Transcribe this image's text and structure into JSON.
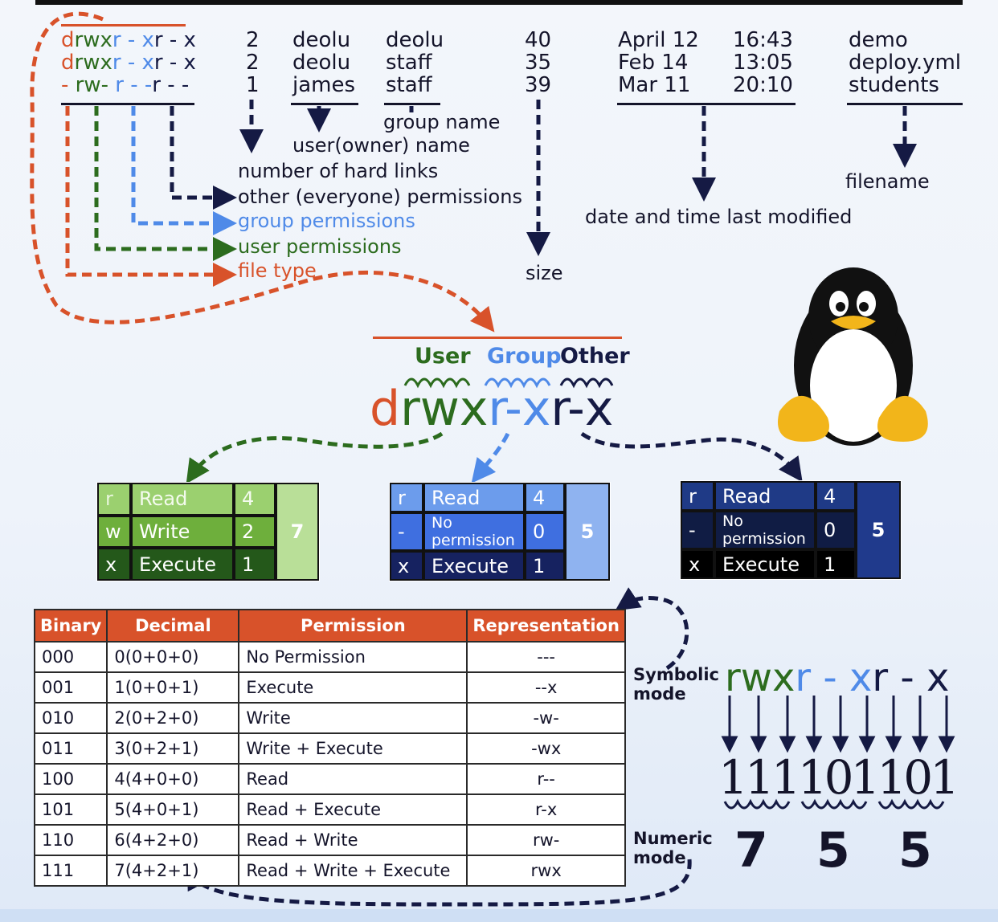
{
  "listing": {
    "rows": [
      {
        "perm": "drwxr - xr - x",
        "links": "2",
        "owner": "deolu",
        "group": "deolu",
        "size": "40",
        "date": "April 12",
        "time": "16:43",
        "name": "demo"
      },
      {
        "perm": "drwxr - xr - x",
        "links": "2",
        "owner": "deolu",
        "group": "staff",
        "size": "35",
        "date": "Feb 14",
        "time": "13:05",
        "name": "deploy.yml"
      },
      {
        "perm": "- rw- r - -r - -",
        "links": "1",
        "owner": "james",
        "group": "staff",
        "size": "39",
        "date": "Mar 11",
        "time": "20:10",
        "name": "students"
      }
    ],
    "labels": {
      "group_name": "group name",
      "owner_name": "user(owner) name",
      "hard_links": "number of hard links",
      "other_perm": "other (everyone) permissions",
      "group_perm": "group permissions",
      "user_perm": "user permissions",
      "file_type": "file type",
      "size": "size",
      "date_modified": "date and time last modified",
      "filename": "filename"
    }
  },
  "breakdown": {
    "string_parts": [
      "d",
      "rwx",
      "r-x",
      "r-x"
    ],
    "user": "User",
    "group": "Group",
    "other": "Other"
  },
  "perm_tables": {
    "user": {
      "total": "7",
      "rows": [
        [
          "r",
          "Read",
          "4"
        ],
        [
          "w",
          "Write",
          "2"
        ],
        [
          "x",
          "Execute",
          "1"
        ]
      ]
    },
    "group": {
      "total": "5",
      "rows": [
        [
          "r",
          "Read",
          "4"
        ],
        [
          "-",
          "No permission",
          "0"
        ],
        [
          "x",
          "Execute",
          "1"
        ]
      ]
    },
    "other": {
      "total": "5",
      "rows": [
        [
          "r",
          "Read",
          "4"
        ],
        [
          "-",
          "No permission",
          "0"
        ],
        [
          "x",
          "Execute",
          "1"
        ]
      ]
    }
  },
  "binary_table": {
    "headers": [
      "Binary",
      "Decimal",
      "Permission",
      "Representation"
    ],
    "rows": [
      [
        "000",
        "0(0+0+0)",
        "No Permission",
        "---"
      ],
      [
        "001",
        "1(0+0+1)",
        "Execute",
        "--x"
      ],
      [
        "010",
        "2(0+2+0)",
        "Write",
        "-w-"
      ],
      [
        "011",
        "3(0+2+1)",
        "Write + Execute",
        "-wx"
      ],
      [
        "100",
        "4(4+0+0)",
        "Read",
        "r--"
      ],
      [
        "101",
        "5(4+0+1)",
        "Read + Execute",
        "r-x"
      ],
      [
        "110",
        "6(4+2+0)",
        "Read + Write",
        "rw-"
      ],
      [
        "111",
        "7(4+2+1)",
        "Read + Write + Execute",
        "rwx"
      ]
    ]
  },
  "modes": {
    "symbolic_label": "Symbolic mode",
    "symbolic_parts": [
      "rwx",
      "r",
      " - ",
      "x",
      "r - x"
    ],
    "binary": "111101101",
    "numeric_label": "Numeric mode",
    "numeric": [
      "7",
      "5",
      "5"
    ]
  },
  "colors": {
    "orange": "#d8522a",
    "green": "#2c6c1e",
    "blue": "#4f8ae8",
    "navy": "#151a44"
  }
}
